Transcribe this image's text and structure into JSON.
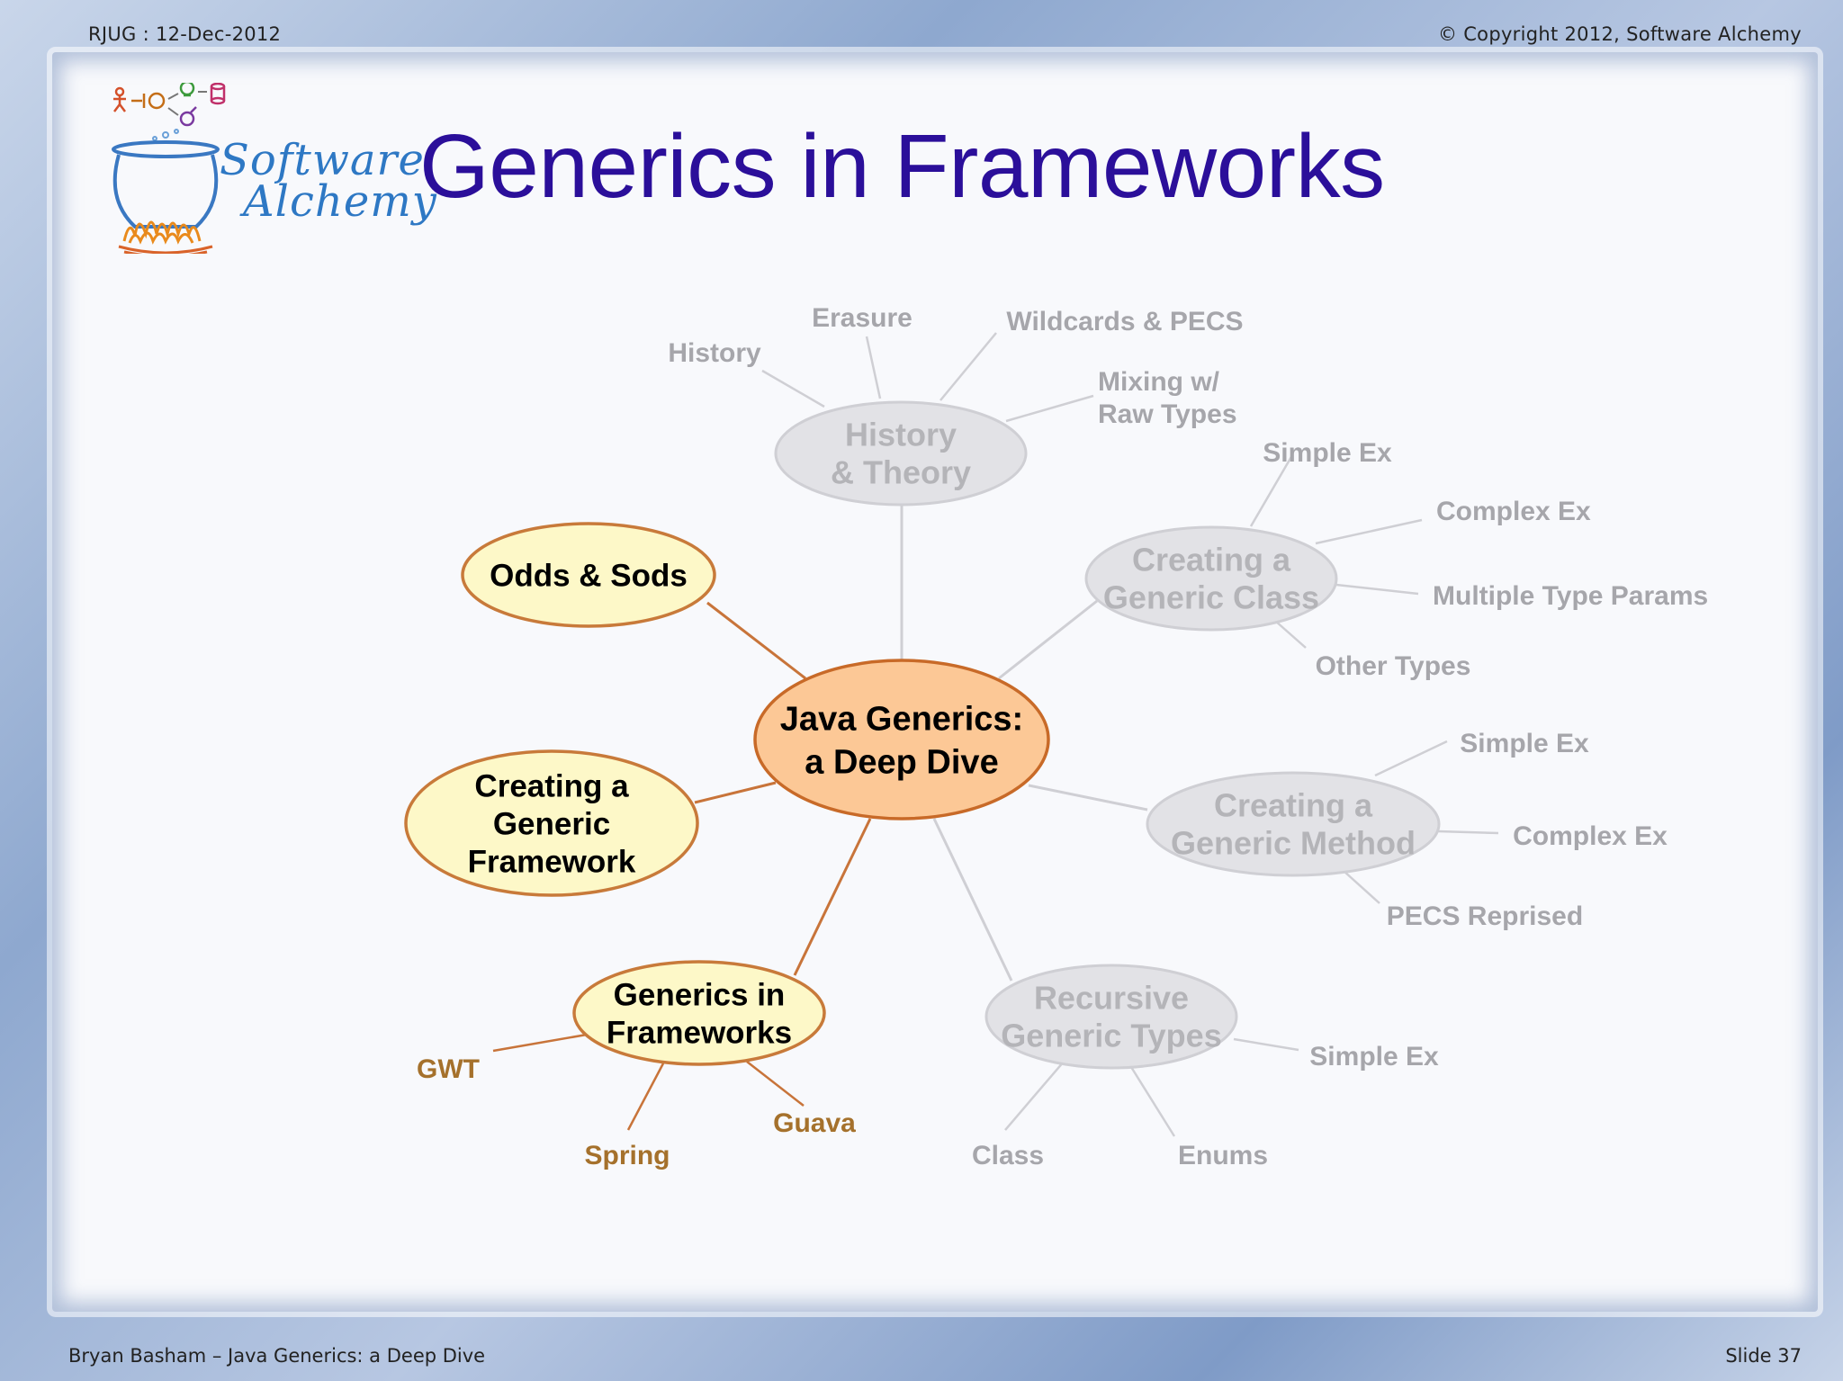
{
  "header": {
    "left": "RJUG : 12-Dec-2012",
    "right": "© Copyright 2012, Software Alchemy"
  },
  "footer": {
    "left": "Bryan Basham – Java Generics: a Deep Dive",
    "right": "Slide 37"
  },
  "logo": {
    "line1": "Software",
    "line2": "Alchemy"
  },
  "title": "Generics in Frameworks",
  "colors": {
    "title": "#2b0f9a",
    "center_fill": "#fcc896",
    "center_stroke": "#c86a28",
    "active_fill": "#fdf8c8",
    "active_stroke": "#c87a3a",
    "inactive_fill": "#e2e2e6",
    "inactive_stroke": "#cfcfd4",
    "active_leaf": "#a5712c",
    "inactive_leaf": "#a6a6ab",
    "active_edge": "#c8743a",
    "inactive_edge": "#cfcfd4"
  },
  "mindmap": {
    "center": {
      "lines": [
        "Java Generics:",
        "a Deep Dive"
      ]
    },
    "nodes": {
      "history_theory": {
        "lines": [
          "History",
          "& Theory"
        ],
        "active": false
      },
      "generic_class": {
        "lines": [
          "Creating a",
          "Generic Class"
        ],
        "active": false
      },
      "generic_method": {
        "lines": [
          "Creating a",
          "Generic Method"
        ],
        "active": false
      },
      "recursive_types": {
        "lines": [
          "Recursive",
          "Generic Types"
        ],
        "active": false
      },
      "odds_sods": {
        "lines": [
          "Odds & Sods"
        ],
        "active": true
      },
      "generic_framework": {
        "lines": [
          "Creating a",
          "Generic",
          "Framework"
        ],
        "active": true
      },
      "generics_frameworks": {
        "lines": [
          "Generics in",
          "Frameworks"
        ],
        "active": true
      }
    },
    "leaves": {
      "history": "History",
      "erasure": "Erasure",
      "wildcards_pecs": "Wildcards & PECS",
      "mixing_raw": [
        "Mixing w/",
        "Raw Types"
      ],
      "class_simple_ex": "Simple Ex",
      "class_complex_ex": "Complex Ex",
      "multiple_type_params": "Multiple Type Params",
      "other_types": "Other Types",
      "method_simple_ex": "Simple Ex",
      "method_complex_ex": "Complex Ex",
      "pecs_reprised": "PECS Reprised",
      "recursive_simple_ex": "Simple Ex",
      "class": "Class",
      "enums": "Enums",
      "gwt": "GWT",
      "spring": "Spring",
      "guava": "Guava"
    }
  }
}
